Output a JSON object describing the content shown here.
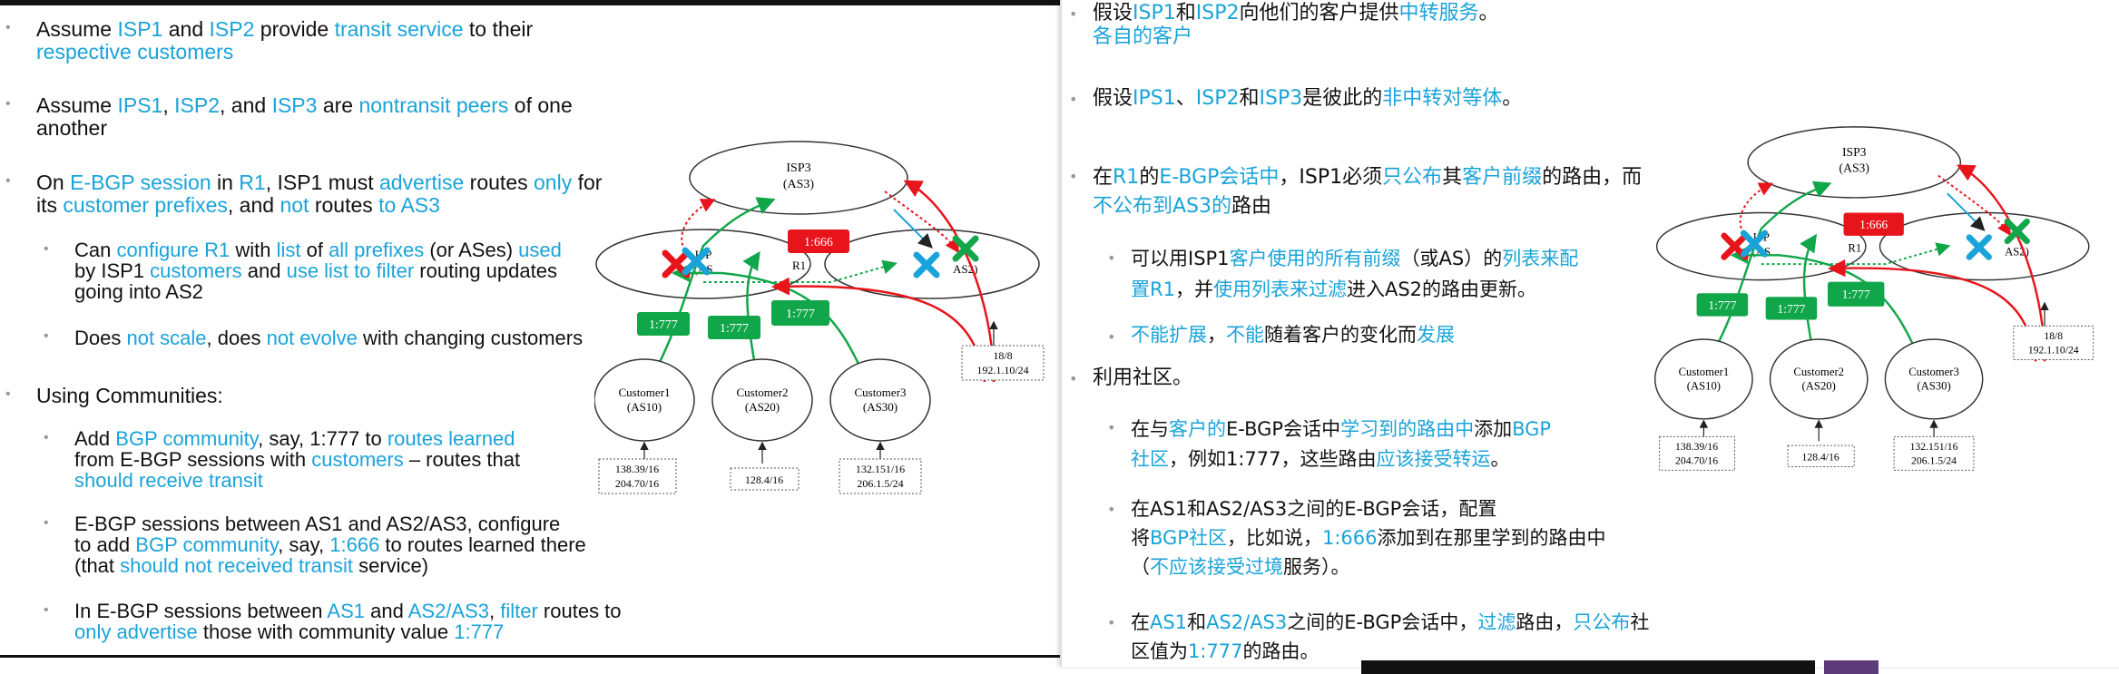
{
  "left": {
    "b1": [
      "Assume ",
      "ISP1",
      " and ",
      "ISP2",
      " provide ",
      "transit service",
      " to their",
      "respective customers"
    ],
    "b2": [
      "Assume ",
      "IPS1",
      ", ",
      "ISP2",
      ", and ",
      "ISP3",
      " are ",
      "nontransit peers",
      " of one",
      "another"
    ],
    "b3": [
      "On ",
      "E-BGP session",
      " in ",
      "R1",
      ", ISP1 must ",
      "advertise",
      " routes ",
      "only",
      " for",
      "its ",
      "customer prefixes",
      ", and ",
      "not",
      " routes ",
      "to AS3"
    ],
    "b3a": [
      "Can ",
      "configure R1",
      " with ",
      "list",
      " of ",
      "all prefixes",
      " (or ASes) ",
      "used",
      "by ISP1 ",
      "customers",
      " and ",
      "use list to filter",
      " routing updates",
      "going into AS2"
    ],
    "b3b": [
      "Does ",
      "not scale",
      ", does ",
      "not evolve",
      " with changing customers"
    ],
    "b4": "Using Communities:",
    "b4a": [
      "Add ",
      "BGP community",
      ", say, 1:777 to ",
      "routes learned",
      "from E-BGP sessions with ",
      "customers",
      " – routes that",
      "should receive transit"
    ],
    "b4b": [
      "E-BGP sessions between AS1 and AS2/AS3, configure",
      "to add ",
      "BGP community",
      ", say, ",
      "1:666",
      " to routes learned there",
      "(that ",
      "should not received transit",
      " service)"
    ],
    "b4c": [
      "In E-BGP sessions between ",
      "AS1",
      " and ",
      "AS2/AS3",
      ", ",
      "filter",
      " routes to",
      "only advertise",
      " those with community value ",
      "1:777"
    ]
  },
  "right": {
    "c1": [
      "假设",
      "ISP1",
      "和",
      "ISP2",
      "向他们的客户提供",
      "中转服务",
      "。",
      "各自的客户"
    ],
    "c2": [
      "假设",
      "IPS1",
      "、",
      "ISP2",
      "和",
      "ISP3",
      "是彼此的",
      "非中转对等体",
      "。"
    ],
    "c3": [
      "在",
      "R1",
      "的",
      "E-BGP会话中",
      "，ISP1必须",
      "只公布",
      "其",
      "客户前缀",
      "的路由，而",
      "不公布到AS3的",
      "路由"
    ],
    "c3a": [
      "可以用ISP1",
      "客户使用的所有前缀",
      "（或AS）的",
      "列表来配",
      "置R1",
      "，并",
      "使用列表来过滤",
      "进入AS2的路由更新。"
    ],
    "c3b": [
      "不能扩展",
      "，",
      "不能",
      "随着客户的变化而",
      "发展"
    ],
    "c4": "利用社区。",
    "c4a": [
      "在与",
      "客户的",
      "E-BGP会话中",
      "学习到的路由中",
      "添加",
      "BGP",
      "社区",
      "，例如1:777，这些路由",
      "应该接受转运",
      "。"
    ],
    "c4b": [
      "在AS1和AS2/AS3之间的E-BGP会话，配置",
      "将",
      "BGP社区",
      "，比如说，",
      "1:666",
      "添加到在那里学到的路由中",
      "（",
      "不应该接受过境",
      "服务）。"
    ],
    "c4c": [
      "在",
      "AS1",
      "和",
      "AS2/AS3",
      "之间的E-BGP会话中，",
      "过滤",
      "路由，",
      "只公布",
      "社",
      "区值为",
      "1:777",
      "的路由。"
    ]
  },
  "diagram": {
    "isp3": "ISP3",
    "as3": "(AS3)",
    "isp1": "ISP",
    "as1": "(AS",
    "r1": "R1",
    "as2": "AS2)",
    "tag666": "1:666",
    "tag777": "1:777",
    "c1": "Customer1",
    "c1as": "(AS10)",
    "c2": "Customer2",
    "c2as": "(AS20)",
    "c3": "Customer3",
    "c3as": "(AS30)",
    "p1a": "138.39/16",
    "p1b": "204.70/16",
    "p2": "128.4/16",
    "p3a": "132.151/16",
    "p3b": "206.1.5/24",
    "ext1": "18/8",
    "ext2": "192.1.10/24"
  },
  "colors": {
    "accent": "#1aa3d9",
    "tag_green": "#12a64a",
    "tag_red": "#e8141c"
  }
}
